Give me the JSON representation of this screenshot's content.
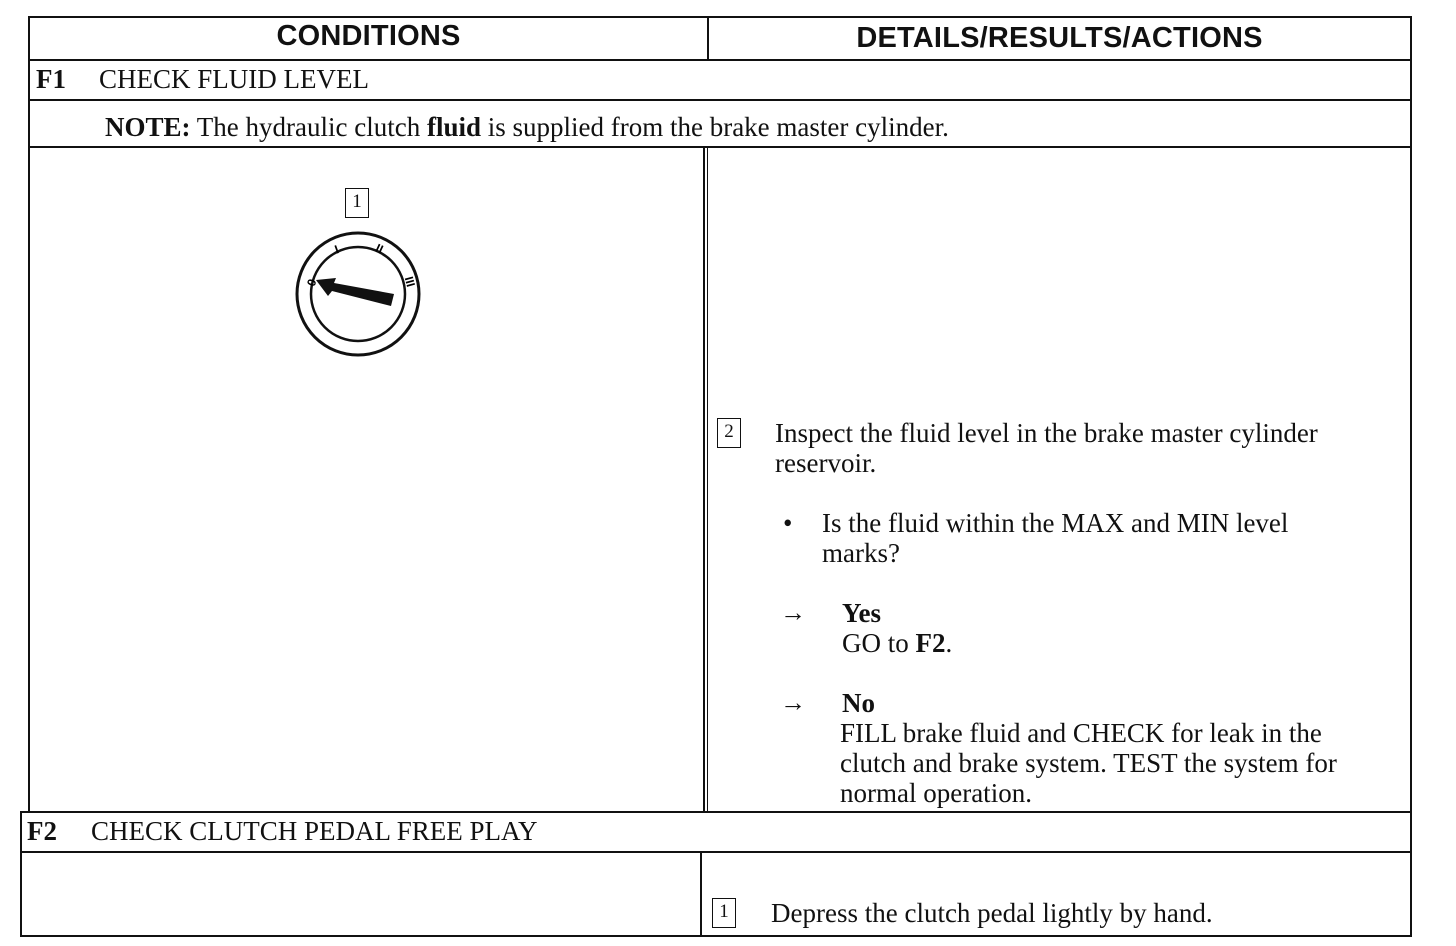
{
  "header": {
    "conditions": "CONDITIONS",
    "details": "DETAILS/RESULTS/ACTIONS"
  },
  "f1": {
    "code": "F1",
    "title": "CHECK FLUID LEVEL",
    "note_label": "NOTE:",
    "note_text_a": "The hydraulic clutch ",
    "note_text_b": "fluid",
    "note_text_c": " is supplied from the brake master cylinder.",
    "callout_1": "1",
    "callout_2": "2",
    "gauge_marks": [
      "0",
      "I",
      "II",
      "III"
    ],
    "instruction_line1": "Inspect the fluid level in the brake master cylinder",
    "instruction_line2": "reservoir.",
    "bullet": "•",
    "question_line1": "Is the fluid within the MAX and MIN level",
    "question_line2": "marks?",
    "arrow": "→",
    "yes_label": "Yes",
    "yes_action_a": "GO to ",
    "yes_action_b": "F2",
    "yes_action_c": ".",
    "no_label": "No",
    "no_line1": "FILL brake fluid and CHECK for leak in the",
    "no_line2": "clutch and brake system. TEST the system for",
    "no_line3": "normal operation."
  },
  "f2": {
    "code": "F2",
    "title": "CHECK CLUTCH PEDAL FREE PLAY",
    "callout_1": "1",
    "instruction": "Depress the clutch pedal lightly by hand."
  }
}
